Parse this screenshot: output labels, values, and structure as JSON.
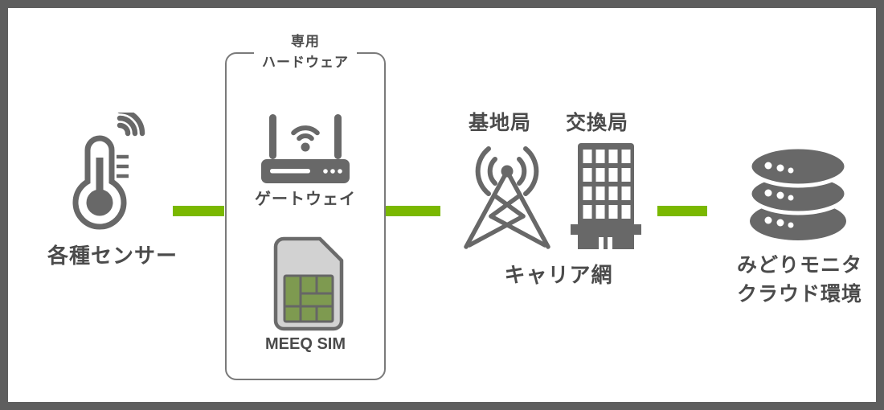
{
  "frame": {
    "background": "#ffffff",
    "border_color": "#5e5e5e"
  },
  "palette": {
    "accent_green": "#7ab800",
    "icon_gray": "#686868",
    "text_gray": "#4b4b4b",
    "sim_body_gray": "#d2d2d2",
    "sim_chip_green": "#7e9a50"
  },
  "sensor": {
    "label": "各種センサー",
    "icon": "thermometer-signal-icon"
  },
  "hardware_box": {
    "title_line1": "専用",
    "title_line2": "ハードウェア",
    "gateway_label": "ゲートウェイ",
    "gateway_icon": "router-icon",
    "sim_label": "MEEQ SIM",
    "sim_icon": "sim-card-icon"
  },
  "carrier": {
    "base_station_label": "基地局",
    "base_station_icon": "antenna-tower-icon",
    "exchange_label": "交換局",
    "exchange_icon": "building-icon",
    "network_label": "キャリア網"
  },
  "cloud": {
    "label_line1": "みどりモニタ",
    "label_line2": "クラウド環境",
    "icon": "database-icon"
  }
}
